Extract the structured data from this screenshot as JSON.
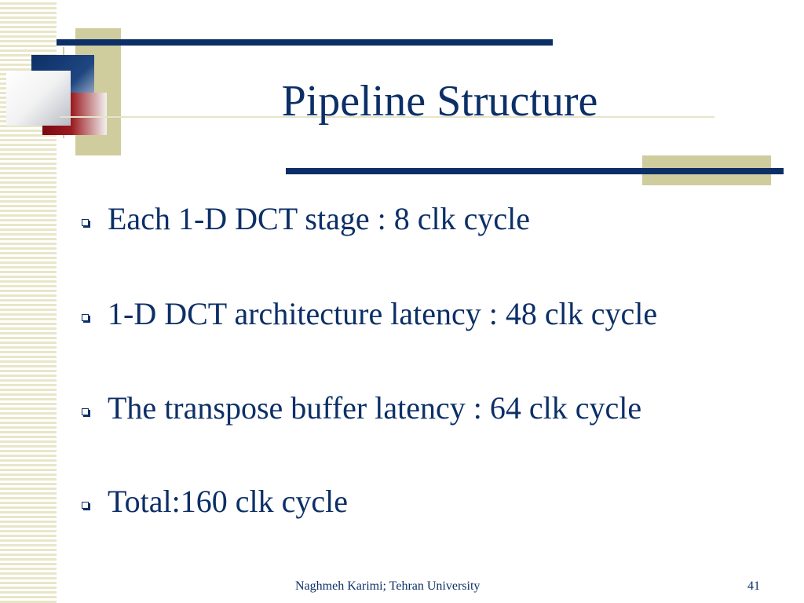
{
  "slide": {
    "title": "Pipeline Structure",
    "bullets": [
      "Each 1-D DCT stage : 8 clk cycle",
      "1-D DCT architecture latency : 48 clk cycle",
      "The transpose buffer latency : 64 clk cycle",
      "Total:160 clk cycle"
    ],
    "footer": {
      "author": "Naghmeh Karimi; Tehran University",
      "page_number": "41"
    }
  },
  "colors": {
    "title": "#0c2f67",
    "accent_navy": "#0c2f67",
    "accent_olive": "#cfcc9d",
    "accent_red": "#7a0a12"
  }
}
